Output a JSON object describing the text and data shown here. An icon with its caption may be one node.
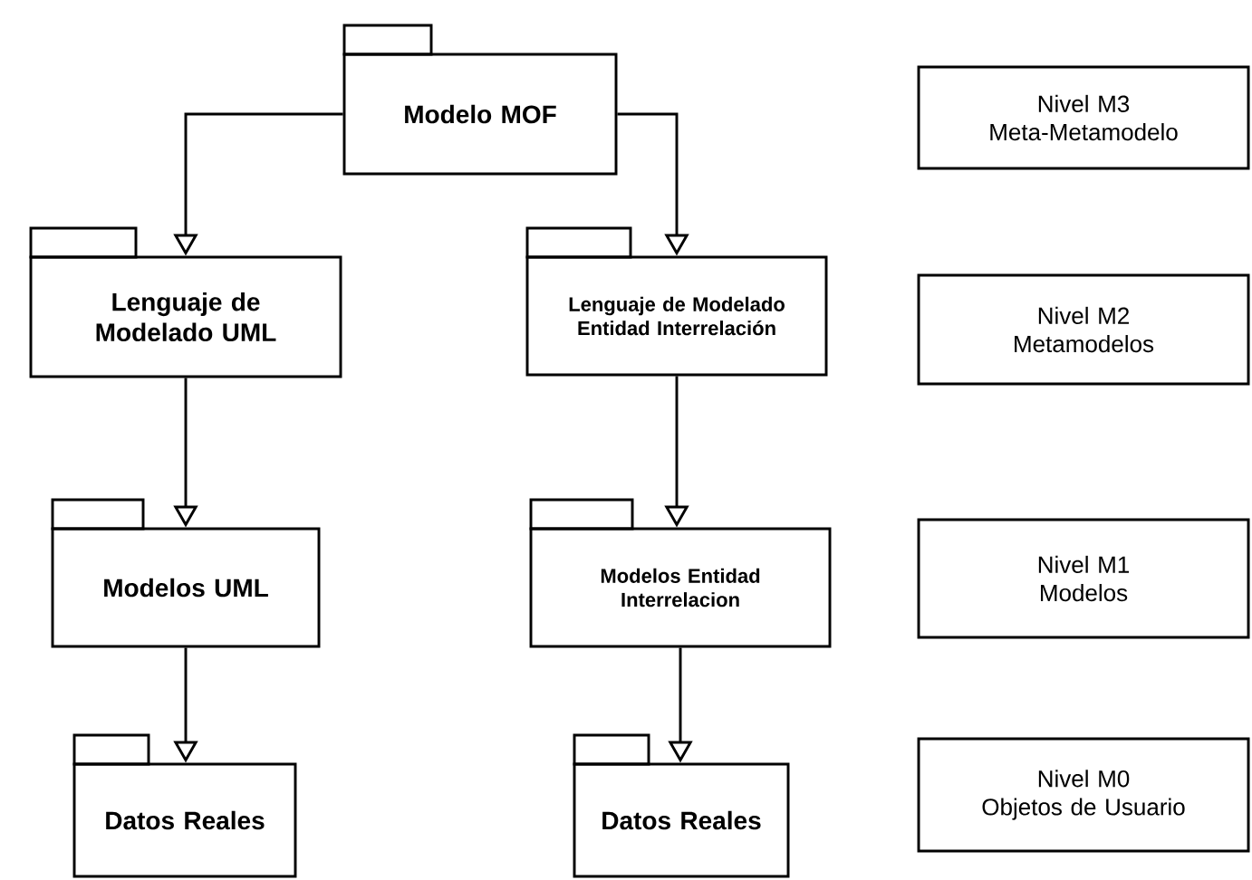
{
  "diagram": {
    "nodes": [
      {
        "text": [
          "Modelo MOF"
        ]
      },
      {
        "text": [
          "Lenguaje de Modelado UML"
        ]
      },
      {
        "text": [
          "Lenguaje de Modelado Entidad Interrelación"
        ]
      },
      {
        "text": [
          "Modelos UML"
        ]
      },
      {
        "text": [
          "Modelos Entidad Interrelacion"
        ]
      },
      {
        "text": [
          "Datos Reales"
        ]
      },
      {
        "text": [
          "Datos Reales"
        ]
      },
      {
        "text": [
          "Nivel M3",
          "Meta-Metamodelo"
        ]
      },
      {
        "text": [
          "Nivel M2",
          "Metamodelos"
        ]
      },
      {
        "text": [
          "Nivel M1",
          "Modelos"
        ]
      },
      {
        "text": [
          "Nivel M0",
          "Objetos de Usuario"
        ]
      }
    ],
    "edges": [
      {
        "from": 0,
        "to": 1,
        "arrow": "to"
      },
      {
        "from": 0,
        "to": 2,
        "arrow": "to"
      },
      {
        "from": 1,
        "to": 3,
        "arrow": "to"
      },
      {
        "from": 2,
        "to": 4,
        "arrow": "to"
      },
      {
        "from": 3,
        "to": 5,
        "arrow": "to"
      },
      {
        "from": 4,
        "to": 6,
        "arrow": "to"
      }
    ]
  }
}
